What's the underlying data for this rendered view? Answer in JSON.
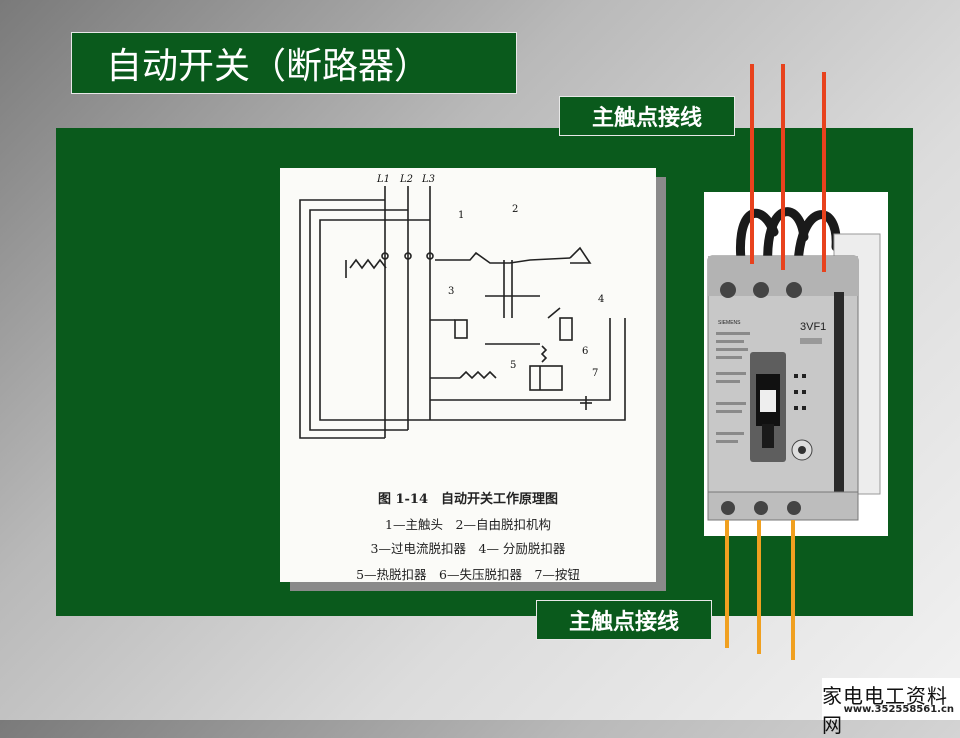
{
  "slide": {
    "title": "自动开关（断路器）",
    "label_top": "主触点接线",
    "label_bottom": "主触点接线"
  },
  "diagram": {
    "phase_labels": [
      "L1",
      "L2",
      "L3"
    ],
    "callouts": [
      "1",
      "2",
      "3",
      "4",
      "5",
      "6",
      "7"
    ],
    "caption_title": "图 1-14　自动开关工作原理图",
    "caption_line1": "1—主触头　2—自由脱扣机构",
    "caption_line2": "3—过电流脱扣器　4— 分励脱扣器",
    "caption_line3": "5—热脱扣器　6—失压脱扣器　7—按钮"
  },
  "breaker": {
    "brand": "SIEMENS",
    "model": "3VF1"
  },
  "watermark": {
    "site_name": "家电电工资料网",
    "url": "www.352558561.cn"
  },
  "colors": {
    "panel_green": "#0a5a1c",
    "wire_red": "#e8421d",
    "wire_orange": "#f0a020"
  }
}
